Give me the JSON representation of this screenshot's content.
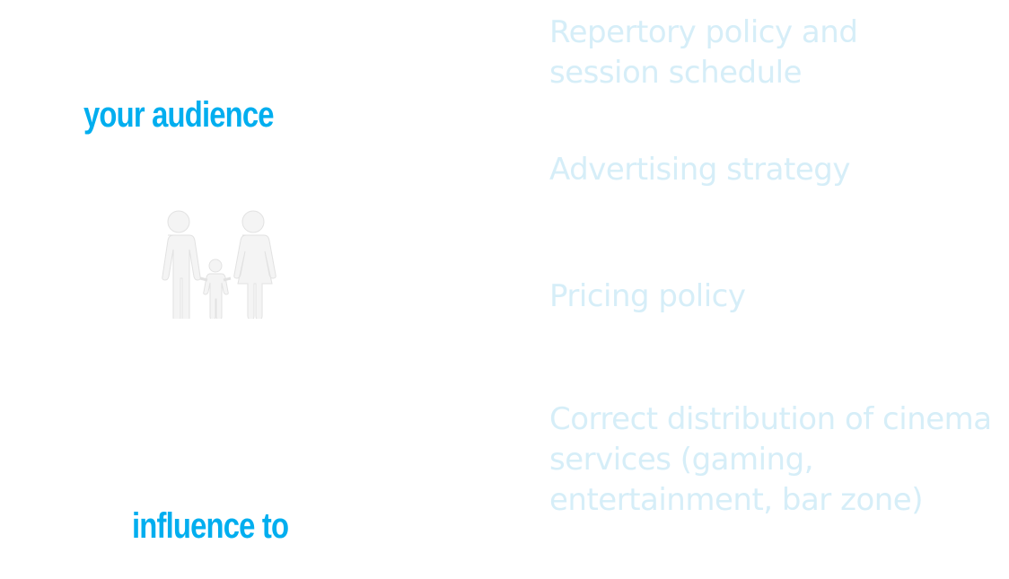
{
  "headlines": {
    "audience": "your audience",
    "influence": "influence to"
  },
  "items": [
    {
      "lines": [
        "Repertory policy and",
        "session schedule"
      ]
    },
    {
      "lines": [
        "Advertising strategy"
      ]
    },
    {
      "lines": [
        "Pricing policy"
      ]
    },
    {
      "lines": [
        "Correct distribution of cinema",
        "services (gaming,",
        "entertainment, bar zone)"
      ]
    }
  ],
  "icons": {
    "family": "family-icon"
  },
  "colors": {
    "accent": "#00aeef",
    "item_text": "#d6eef8",
    "icon": "#f2f2f2",
    "background": "#ffffff"
  }
}
